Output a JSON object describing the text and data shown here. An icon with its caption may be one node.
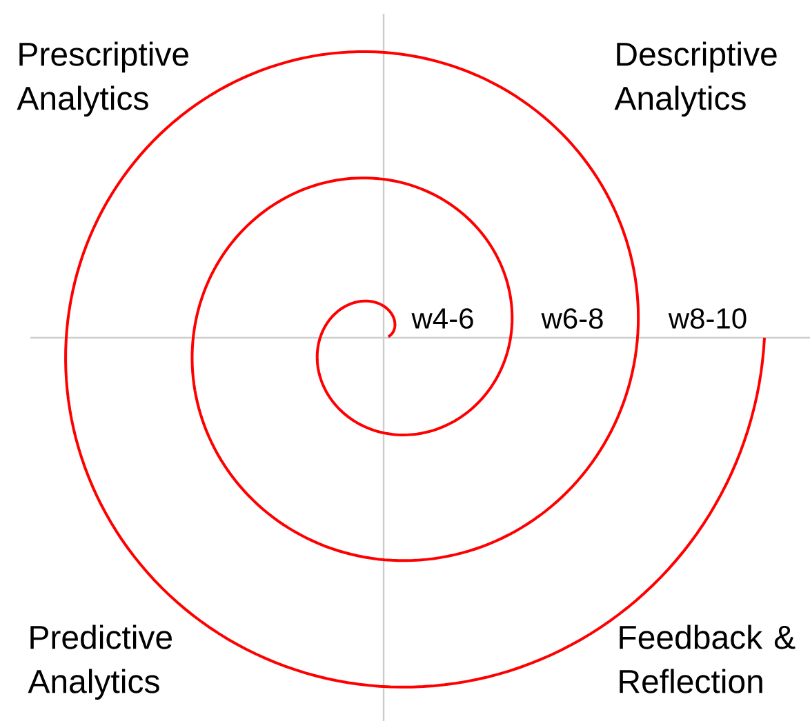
{
  "diagram": {
    "labels": [
      "Prescriptive Analytics",
      "Descriptive Analytics",
      "w4-6",
      "w6-8",
      "w8-10",
      "Predictive Analytics",
      "Feedback & Reflection"
    ]
  }
}
